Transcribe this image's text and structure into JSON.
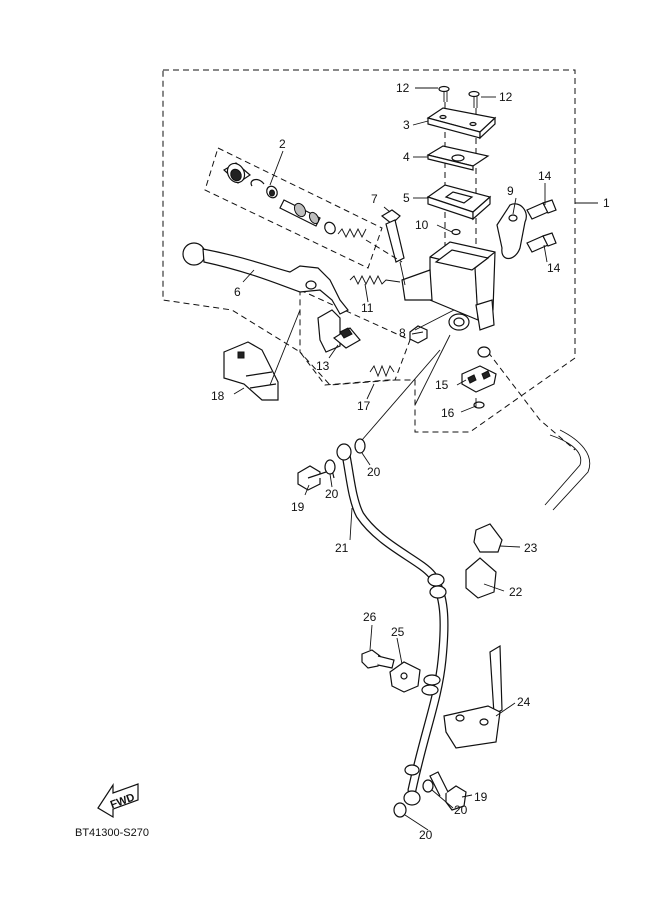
{
  "diagram": {
    "code": "BT41300-S270",
    "fwd_label": "FWD",
    "callouts": [
      {
        "id": "c1",
        "text": "1"
      },
      {
        "id": "c2",
        "text": "2"
      },
      {
        "id": "c3",
        "text": "3"
      },
      {
        "id": "c4",
        "text": "4"
      },
      {
        "id": "c5",
        "text": "5"
      },
      {
        "id": "c6",
        "text": "6"
      },
      {
        "id": "c7",
        "text": "7"
      },
      {
        "id": "c8",
        "text": "8"
      },
      {
        "id": "c9",
        "text": "9"
      },
      {
        "id": "c10",
        "text": "10"
      },
      {
        "id": "c11",
        "text": "11"
      },
      {
        "id": "c12a",
        "text": "12"
      },
      {
        "id": "c12b",
        "text": "12"
      },
      {
        "id": "c13",
        "text": "13"
      },
      {
        "id": "c14a",
        "text": "14"
      },
      {
        "id": "c14b",
        "text": "14"
      },
      {
        "id": "c15",
        "text": "15"
      },
      {
        "id": "c16",
        "text": "16"
      },
      {
        "id": "c17",
        "text": "17"
      },
      {
        "id": "c18",
        "text": "18"
      },
      {
        "id": "c19a",
        "text": "19"
      },
      {
        "id": "c19b",
        "text": "19"
      },
      {
        "id": "c20a",
        "text": "20"
      },
      {
        "id": "c20b",
        "text": "20"
      },
      {
        "id": "c20c",
        "text": "20"
      },
      {
        "id": "c20d",
        "text": "20"
      },
      {
        "id": "c21",
        "text": "21"
      },
      {
        "id": "c22",
        "text": "22"
      },
      {
        "id": "c23",
        "text": "23"
      },
      {
        "id": "c24",
        "text": "24"
      },
      {
        "id": "c25",
        "text": "25"
      },
      {
        "id": "c26",
        "text": "26"
      }
    ]
  }
}
